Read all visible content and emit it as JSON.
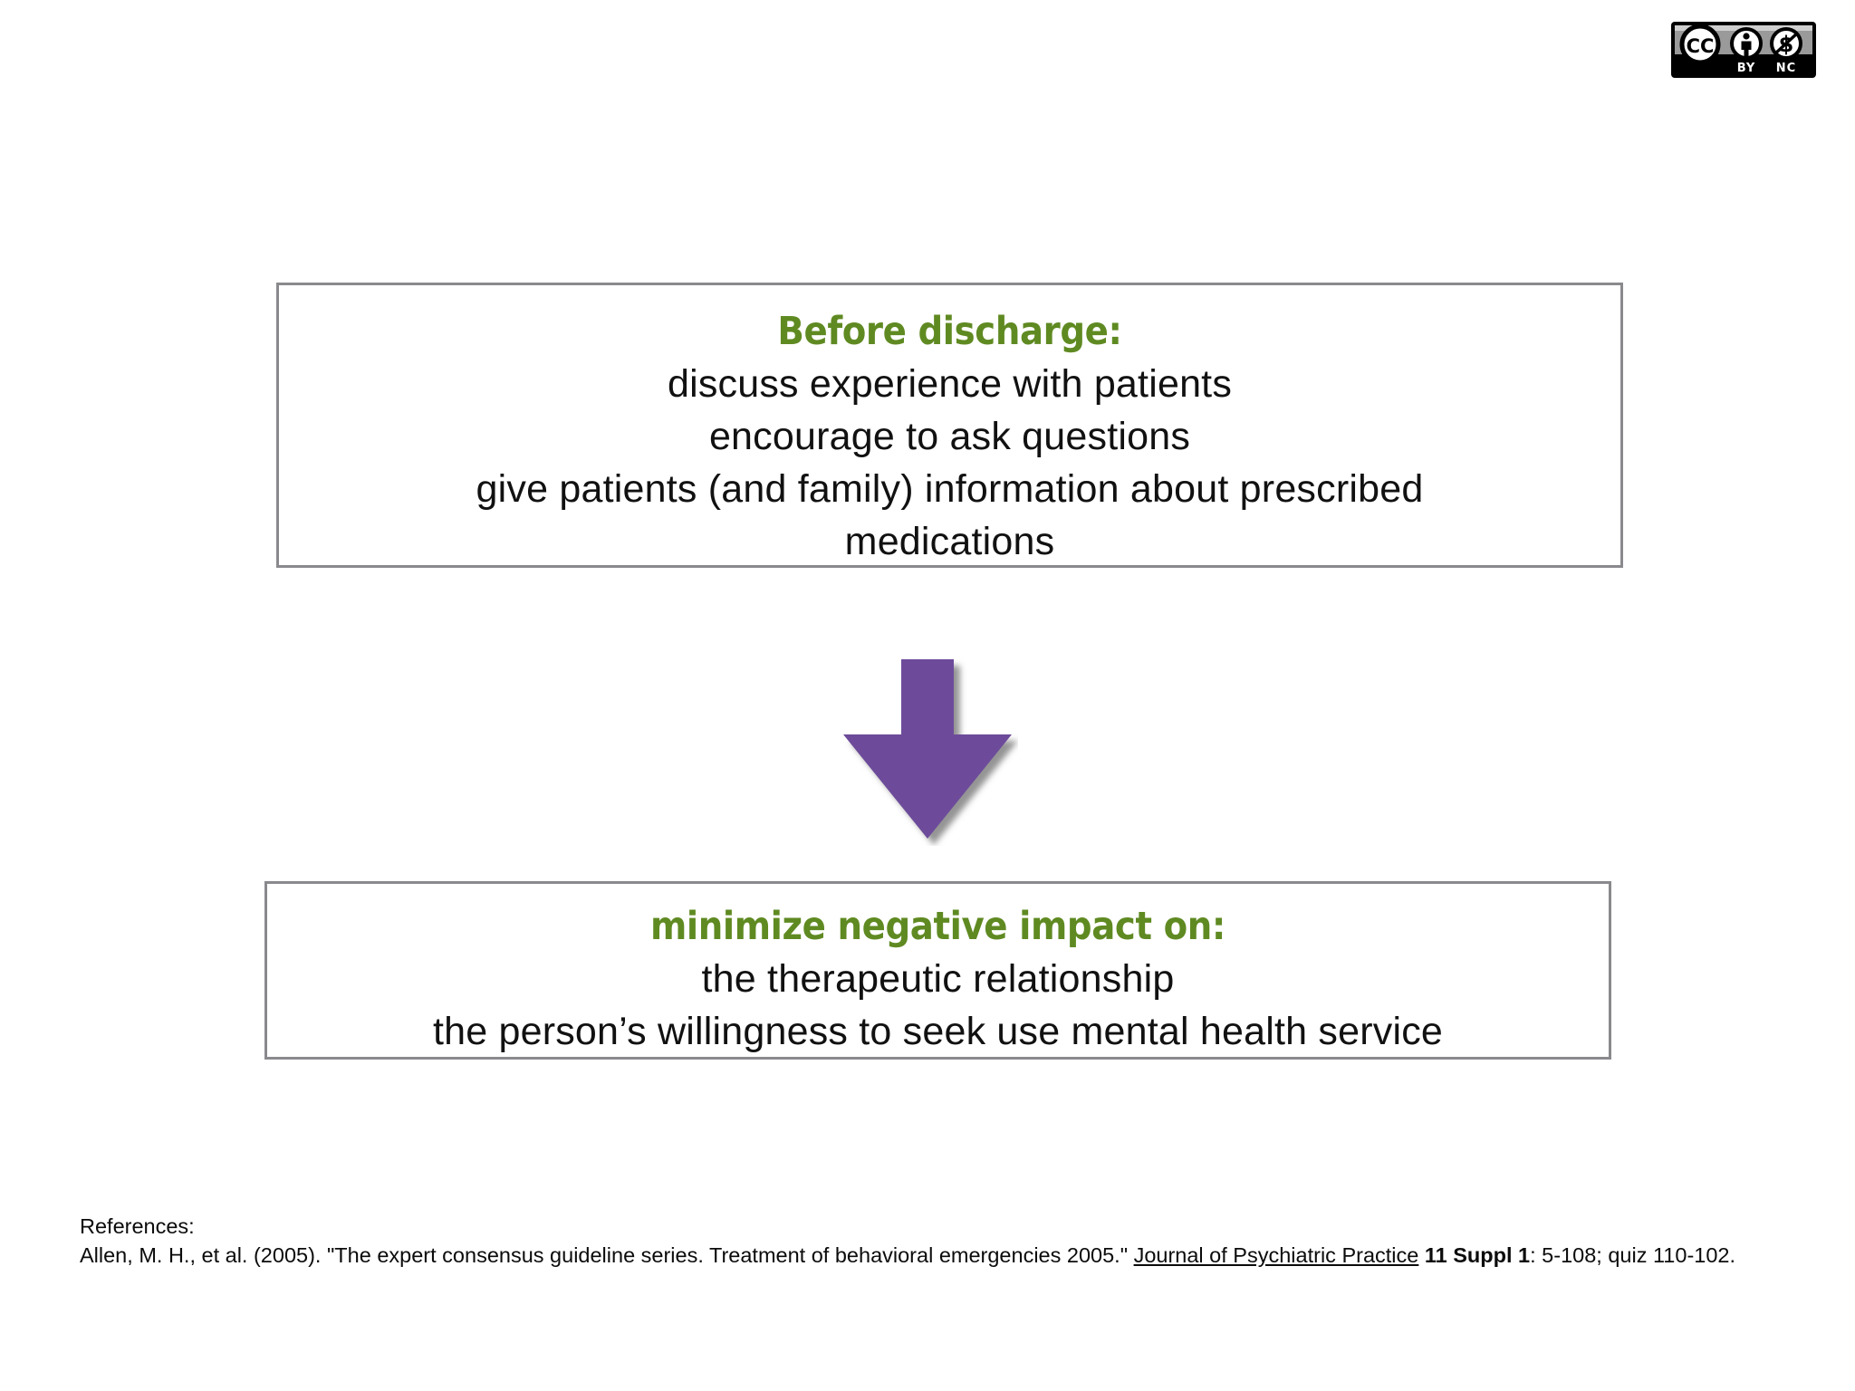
{
  "slide": {
    "license_badge": {
      "icon": "creative-commons-by-nc-badge",
      "cc_label": "CC",
      "by_label": "BY",
      "nc_label": "NC"
    },
    "top_box": {
      "heading": "Before discharge:",
      "lines": [
        "discuss experience with patients",
        "encourage to ask questions",
        "give patients (and family) information about prescribed",
        "medications"
      ]
    },
    "arrow": {
      "icon": "down-arrow-icon",
      "color": "#6D4C9A",
      "direction": "down"
    },
    "bottom_box": {
      "heading": "minimize negative impact on:",
      "lines": [
        "the therapeutic relationship",
        "the person’s willingness to seek use mental health service"
      ]
    },
    "references": {
      "label": "References:",
      "citation_pre": "Allen, M. H., et al. (2005). \"The expert consensus guideline series. Treatment of behavioral emergencies 2005.\" ",
      "citation_journal": "Journal of Psychiatric Practice",
      "citation_volume": " 11 Suppl 1",
      "citation_post": ": 5-108; quiz 110-102."
    },
    "colors": {
      "heading_green": "#5F8A22",
      "arrow_purple": "#6D4C9A",
      "box_border_grey": "#8A8A8E",
      "body_text": "#111111"
    }
  }
}
